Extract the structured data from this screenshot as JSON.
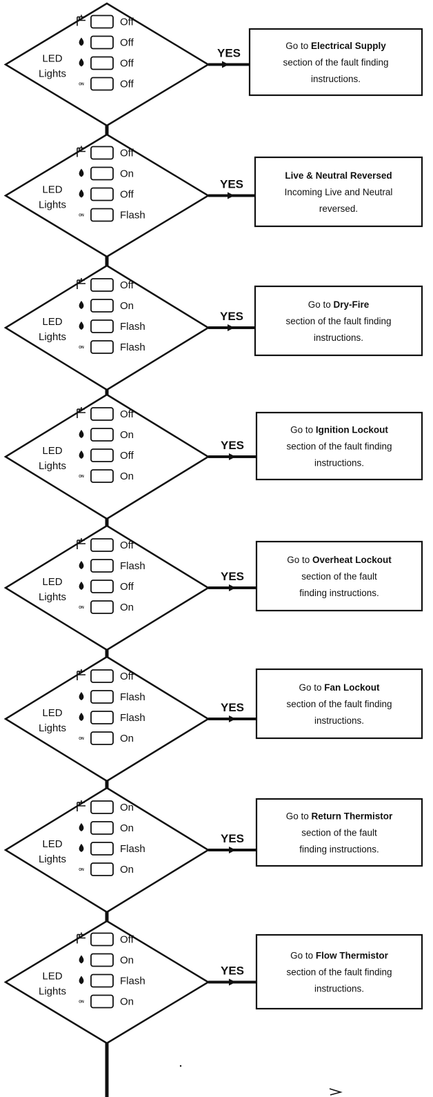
{
  "connector": {
    "label": "YES"
  },
  "led_icons": [
    "tap-icon",
    "flame-icon",
    "flame-icon",
    "power-on-icon"
  ],
  "power_icon_text": "ON",
  "blocks": [
    {
      "led_label": [
        "LED",
        "Lights"
      ],
      "states": [
        "Off",
        "Off",
        "Off",
        "Off"
      ],
      "result": [
        [
          {
            "t": "Go to "
          },
          {
            "t": "Electrical Supply",
            "b": true
          }
        ],
        [
          {
            "t": "section of the fault finding"
          }
        ],
        [
          {
            "t": "instructions."
          }
        ]
      ]
    },
    {
      "led_label": [
        "LED",
        "Lights"
      ],
      "states": [
        "Off",
        "On",
        "Off",
        "Flash"
      ],
      "result": [
        [
          {
            "t": "Live & Neutral Reversed",
            "b": true
          }
        ],
        [
          {
            "t": "Incoming Live and Neutral"
          }
        ],
        [
          {
            "t": "reversed."
          }
        ]
      ]
    },
    {
      "led_label": [
        "LED",
        "Lights"
      ],
      "states": [
        "Off",
        "On",
        "Flash",
        "Flash"
      ],
      "result": [
        [
          {
            "t": "Go to "
          },
          {
            "t": "Dry-Fire",
            "b": true
          }
        ],
        [
          {
            "t": "section of the fault finding"
          }
        ],
        [
          {
            "t": "instructions."
          }
        ]
      ]
    },
    {
      "led_label": [
        "LED",
        "Lights"
      ],
      "states": [
        "Off",
        "On",
        "Off",
        "On"
      ],
      "result": [
        [
          {
            "t": "Go to "
          },
          {
            "t": "Ignition Lockout",
            "b": true
          }
        ],
        [
          {
            "t": "section of the fault finding"
          }
        ],
        [
          {
            "t": "instructions."
          }
        ]
      ]
    },
    {
      "led_label": [
        "LED",
        "Lights"
      ],
      "states": [
        "Off",
        "Flash",
        "Off",
        "On"
      ],
      "result": [
        [
          {
            "t": "Go to "
          },
          {
            "t": "Overheat Lockout",
            "b": true
          }
        ],
        [
          {
            "t": "section of the fault"
          }
        ],
        [
          {
            "t": "finding instructions."
          }
        ]
      ]
    },
    {
      "led_label": [
        "LED",
        "Lights"
      ],
      "states": [
        "Off",
        "Flash",
        "Flash",
        "On"
      ],
      "result": [
        [
          {
            "t": "Go to "
          },
          {
            "t": "Fan Lockout",
            "b": true
          }
        ],
        [
          {
            "t": "section of the fault finding"
          }
        ],
        [
          {
            "t": "instructions."
          }
        ]
      ]
    },
    {
      "led_label": [
        "LED",
        "Lights"
      ],
      "states": [
        "On",
        "On",
        "Flash",
        "On"
      ],
      "result": [
        [
          {
            "t": "Go to "
          },
          {
            "t": "Return Thermistor",
            "b": true
          }
        ],
        [
          {
            "t": "section of the fault"
          }
        ],
        [
          {
            "t": "finding instructions."
          }
        ]
      ]
    },
    {
      "led_label": [
        "LED",
        "Lights"
      ],
      "states": [
        "Off",
        "On",
        "Flash",
        "On"
      ],
      "result": [
        [
          {
            "t": "Go to "
          },
          {
            "t": "Flow Thermistor",
            "b": true
          }
        ],
        [
          {
            "t": "section of the fault finding"
          }
        ],
        [
          {
            "t": "instructions."
          }
        ]
      ]
    }
  ]
}
